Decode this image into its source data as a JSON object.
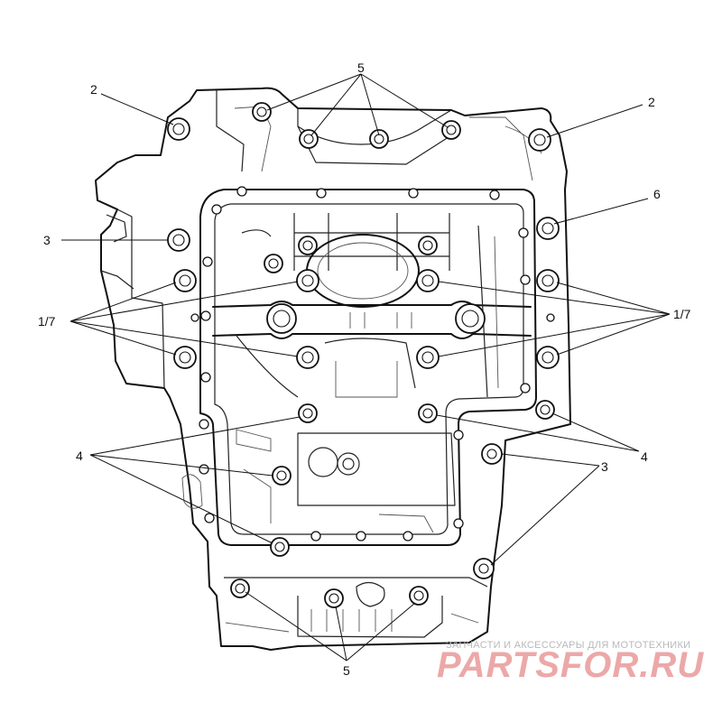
{
  "callouts": {
    "c2_left": "2",
    "c2_right": "2",
    "c5_top": "5",
    "c6": "6",
    "c3_left": "3",
    "c17_left": "1/7",
    "c17_right": "1/7",
    "c4_left": "4",
    "c4_right": "4",
    "c3_right": "3",
    "c5_bottom": "5"
  },
  "watermark": {
    "subtitle": "ЗАПЧАСТИ И АКСЕССУАРЫ ДЛЯ МОТОТЕХНИКИ",
    "brand": "PARTSFOR.RU"
  }
}
